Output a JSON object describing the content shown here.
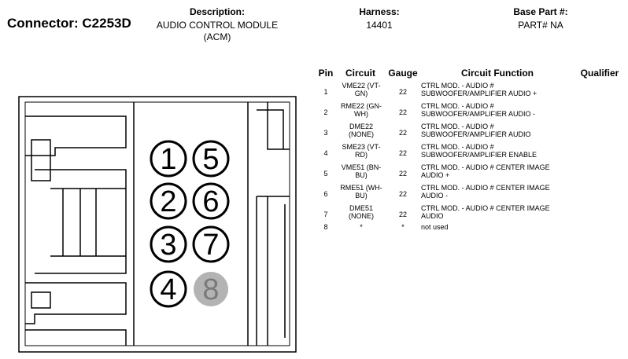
{
  "header": {
    "connector_label": "Connector: C2253D",
    "description_label": "Description:",
    "description_lines": [
      "AUDIO CONTROL MODULE",
      "(ACM)"
    ],
    "harness_label": "Harness:",
    "harness_value": "14401",
    "base_part_label": "Base Part #:",
    "base_part_value": "PART# NA"
  },
  "table": {
    "columns": [
      "Pin",
      "Circuit",
      "Gauge",
      "Circuit Function",
      "Qualifier"
    ],
    "rows": [
      {
        "pin": "1",
        "circuit": [
          "VME22 (VT-",
          "GN)"
        ],
        "gauge": "22",
        "function": [
          "CTRL MOD. - AUDIO #",
          "SUBWOOFER/AMPLIFIER AUDIO +"
        ],
        "qualifier": ""
      },
      {
        "pin": "2",
        "circuit": [
          "RME22 (GN-",
          "WH)"
        ],
        "gauge": "22",
        "function": [
          "CTRL MOD. - AUDIO #",
          "SUBWOOFER/AMPLIFIER AUDIO -"
        ],
        "qualifier": ""
      },
      {
        "pin": "3",
        "circuit": [
          "DME22",
          "(NONE)"
        ],
        "gauge": "22",
        "function": [
          "CTRL MOD. - AUDIO #",
          "SUBWOOFER/AMPLIFIER AUDIO"
        ],
        "qualifier": ""
      },
      {
        "pin": "4",
        "circuit": [
          "SME23 (VT-",
          "RD)"
        ],
        "gauge": "22",
        "function": [
          "CTRL MOD. - AUDIO #",
          "SUBWOOFER/AMPLIFIER ENABLE"
        ],
        "qualifier": ""
      },
      {
        "pin": "5",
        "circuit": [
          "VME51 (BN-",
          "BU)"
        ],
        "gauge": "22",
        "function": [
          "CTRL MOD. - AUDIO # CENTER IMAGE",
          "AUDIO +"
        ],
        "qualifier": ""
      },
      {
        "pin": "6",
        "circuit": [
          "RME51 (WH-",
          "BU)"
        ],
        "gauge": "22",
        "function": [
          "CTRL MOD. - AUDIO # CENTER IMAGE",
          "AUDIO -"
        ],
        "qualifier": ""
      },
      {
        "pin": "7",
        "circuit": [
          "DME51",
          "(NONE)"
        ],
        "gauge": "22",
        "function": [
          "CTRL MOD. - AUDIO # CENTER IMAGE",
          "AUDIO"
        ],
        "qualifier": ""
      },
      {
        "pin": "8",
        "circuit": [
          "*"
        ],
        "gauge": "*",
        "function": [
          "not used"
        ],
        "qualifier": ""
      }
    ]
  },
  "diagram": {
    "pins": [
      {
        "label": "1",
        "used": true
      },
      {
        "label": "5",
        "used": true
      },
      {
        "label": "2",
        "used": true
      },
      {
        "label": "6",
        "used": true
      },
      {
        "label": "3",
        "used": true
      },
      {
        "label": "7",
        "used": true
      },
      {
        "label": "4",
        "used": true
      },
      {
        "label": "8",
        "used": false
      }
    ],
    "colors": {
      "outline": "#000000",
      "unused_pin_fill": "#b3b3b3",
      "unused_pin_text": "#7a7a7a"
    }
  }
}
